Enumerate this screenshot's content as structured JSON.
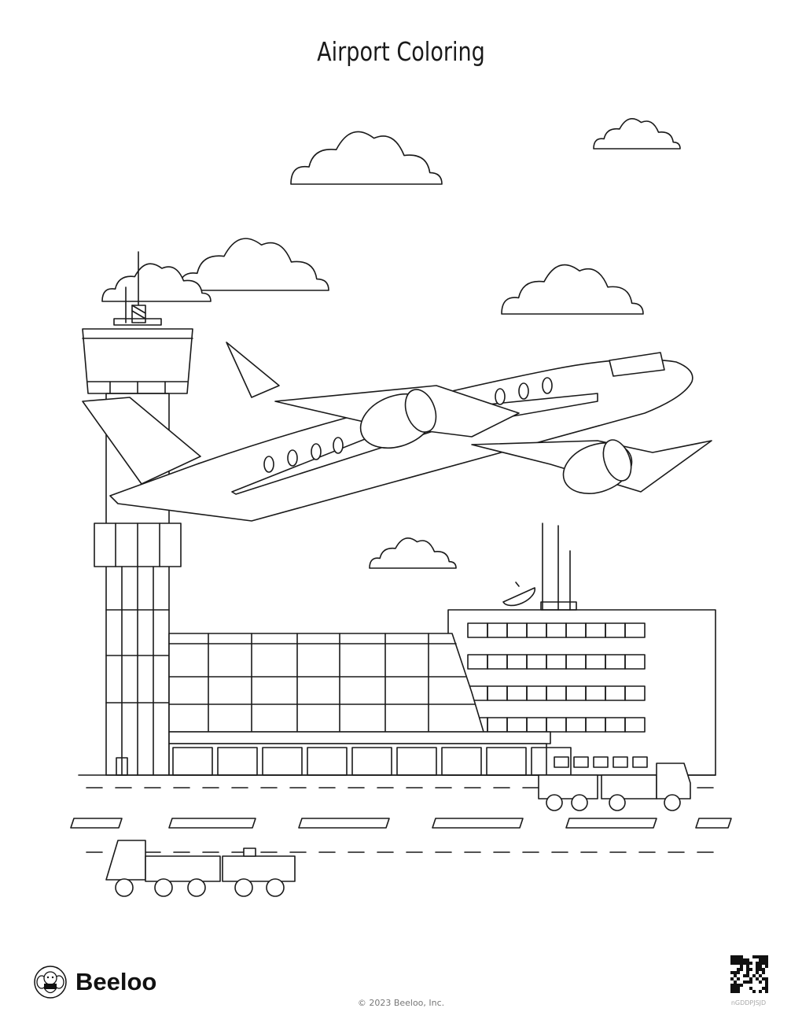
{
  "page": {
    "title": "Airport Coloring"
  },
  "footer": {
    "brand": "Beeloo",
    "copyright": "© 2023 Beeloo, Inc.",
    "qr_code_id": "nGDDPJSJD"
  },
  "colors": {
    "line": "#1a1a1a",
    "background": "#ffffff"
  }
}
